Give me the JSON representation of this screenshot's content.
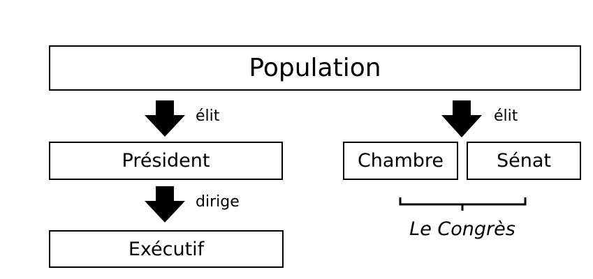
{
  "population": "Population",
  "left": {
    "elit": "élit",
    "president": "Président",
    "dirige": "dirige",
    "executif": "Exécutif"
  },
  "right": {
    "elit": "élit",
    "chambre": "Chambre",
    "senat": "Sénat",
    "congres": "Le Congrès"
  }
}
